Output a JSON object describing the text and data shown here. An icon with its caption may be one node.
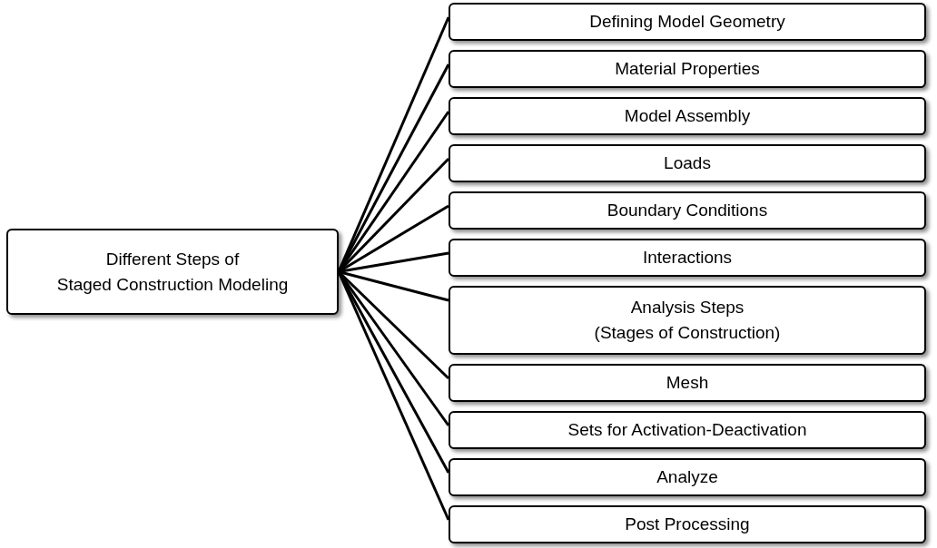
{
  "diagram": {
    "nodes": [
      {
        "text": [
          "Different Steps of",
          "Staged Construction Modeling"
        ]
      },
      {
        "text": [
          "Defining Model Geometry"
        ]
      },
      {
        "text": [
          "Material Properties"
        ]
      },
      {
        "text": [
          "Model Assembly"
        ]
      },
      {
        "text": [
          "Loads"
        ]
      },
      {
        "text": [
          "Boundary Conditions"
        ]
      },
      {
        "text": [
          "Interactions"
        ]
      },
      {
        "text": [
          "Analysis Steps",
          "(Stages of Construction)"
        ]
      },
      {
        "text": [
          "Mesh"
        ]
      },
      {
        "text": [
          "Sets for Activation-Deactivation"
        ]
      },
      {
        "text": [
          "Analyze"
        ]
      },
      {
        "text": [
          "Post Processing"
        ]
      }
    ],
    "edges": [
      {
        "from": 0,
        "to": 1,
        "arrow": "none"
      },
      {
        "from": 0,
        "to": 2,
        "arrow": "none"
      },
      {
        "from": 0,
        "to": 3,
        "arrow": "none"
      },
      {
        "from": 0,
        "to": 4,
        "arrow": "none"
      },
      {
        "from": 0,
        "to": 5,
        "arrow": "none"
      },
      {
        "from": 0,
        "to": 6,
        "arrow": "none"
      },
      {
        "from": 0,
        "to": 7,
        "arrow": "none"
      },
      {
        "from": 0,
        "to": 8,
        "arrow": "none"
      },
      {
        "from": 0,
        "to": 9,
        "arrow": "none"
      },
      {
        "from": 0,
        "to": 10,
        "arrow": "none"
      },
      {
        "from": 0,
        "to": 11,
        "arrow": "none"
      }
    ]
  }
}
